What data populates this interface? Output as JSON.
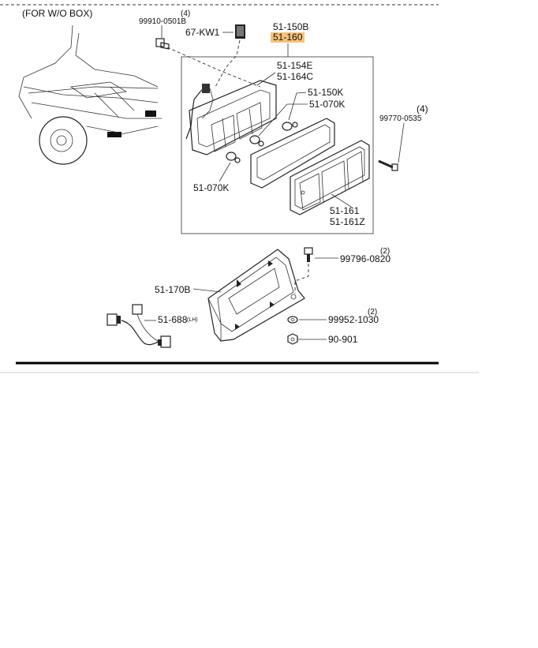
{
  "header": {
    "section_note": "(FOR W/O BOX)"
  },
  "parts": {
    "p1_qty": "(4)",
    "p1_no": "99910-0501B",
    "p2_no": "67-KW1",
    "p3_no_a": "51-150B",
    "p3_no_b": "51-160",
    "p4_no_a": "51-154E",
    "p4_no_b": "51-164C",
    "p5_no": "51-150K",
    "p6_no": "51-070K",
    "p7_qty": "(4)",
    "p7_no": "99770-0535",
    "p8_no": "51-070K",
    "p9_no_a": "51-161",
    "p9_no_b": "51-161Z",
    "p10_qty": "(2)",
    "p10_no": "99796-0820",
    "p11_no": "51-170B",
    "p12_no": "51-688",
    "p12_suffix": "(LH)",
    "p13_qty": "(2)",
    "p13_no": "99952-1030",
    "p14_no": "90-901"
  },
  "colors": {
    "highlight": "#f7c27a",
    "line": "#222222"
  }
}
